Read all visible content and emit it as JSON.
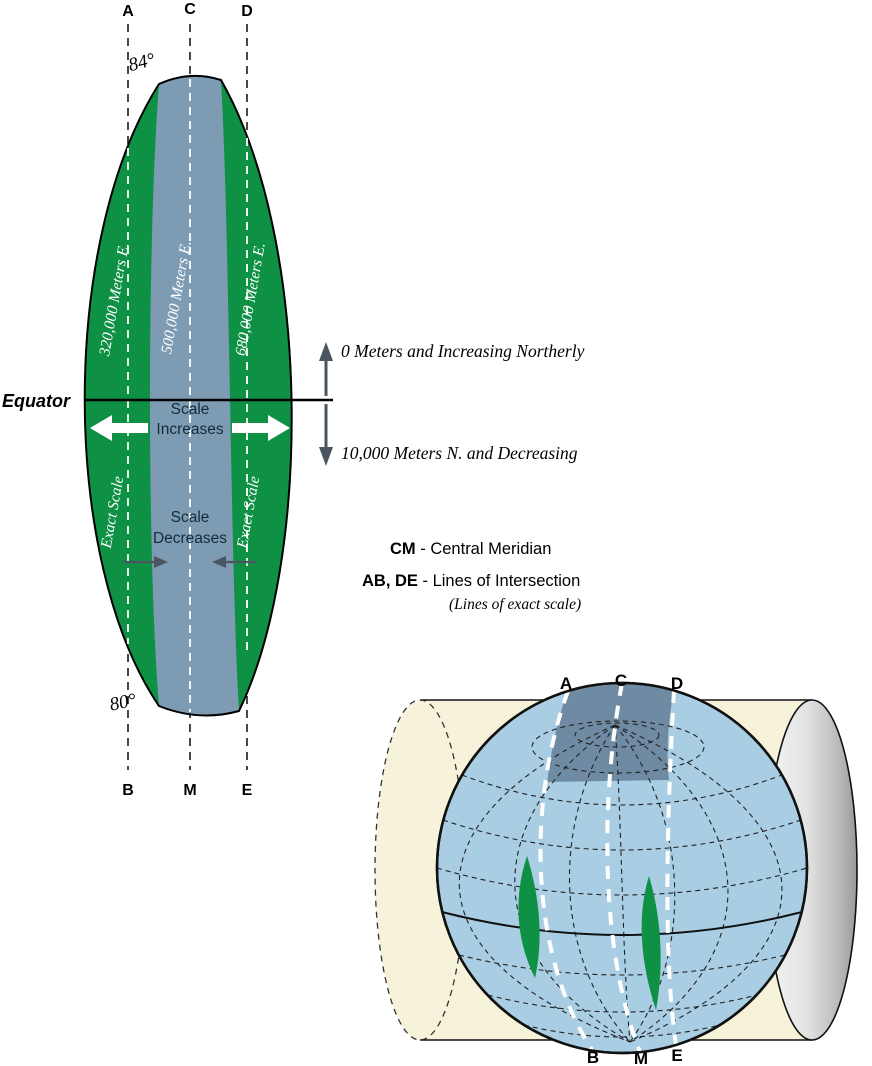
{
  "colors": {
    "green": "#0F9145",
    "lens_blue": "#7D9CB4",
    "wedge_blue": "#6F8BA3",
    "globe_blue": "#A9CDE3",
    "cylinder_cream": "#F6F3DA",
    "arrow_gray": "#4A5560"
  },
  "flat": {
    "top_labels": [
      "A",
      "C",
      "D"
    ],
    "bottom_labels": [
      "B",
      "M",
      "E"
    ],
    "lat_top": "84°",
    "lat_bottom": "80°",
    "easting_left": "320,000 Meters E.",
    "easting_center": "500,000 Meters E.",
    "easting_right": "680,000 Meters E.",
    "exact_scale": "Exact Scale",
    "equator": "Equator",
    "scale_increases": {
      "line1": "Scale",
      "line2": "Increases"
    },
    "scale_decreases": {
      "line1": "Scale",
      "line2": "Decreases"
    }
  },
  "annotations": {
    "northing_up": "0 Meters and Increasing Northerly",
    "northing_down": "10,000 Meters N. and Decreasing",
    "cm_abbr": "CM",
    "cm_text": " - Central Meridian",
    "abde_abbr": "AB, DE",
    "abde_text": " - Lines of Intersection",
    "abde_sub": "(Lines of exact scale)"
  },
  "globe": {
    "top_labels": [
      "A",
      "C",
      "D"
    ],
    "bottom_labels": [
      "B",
      "M",
      "E"
    ]
  }
}
